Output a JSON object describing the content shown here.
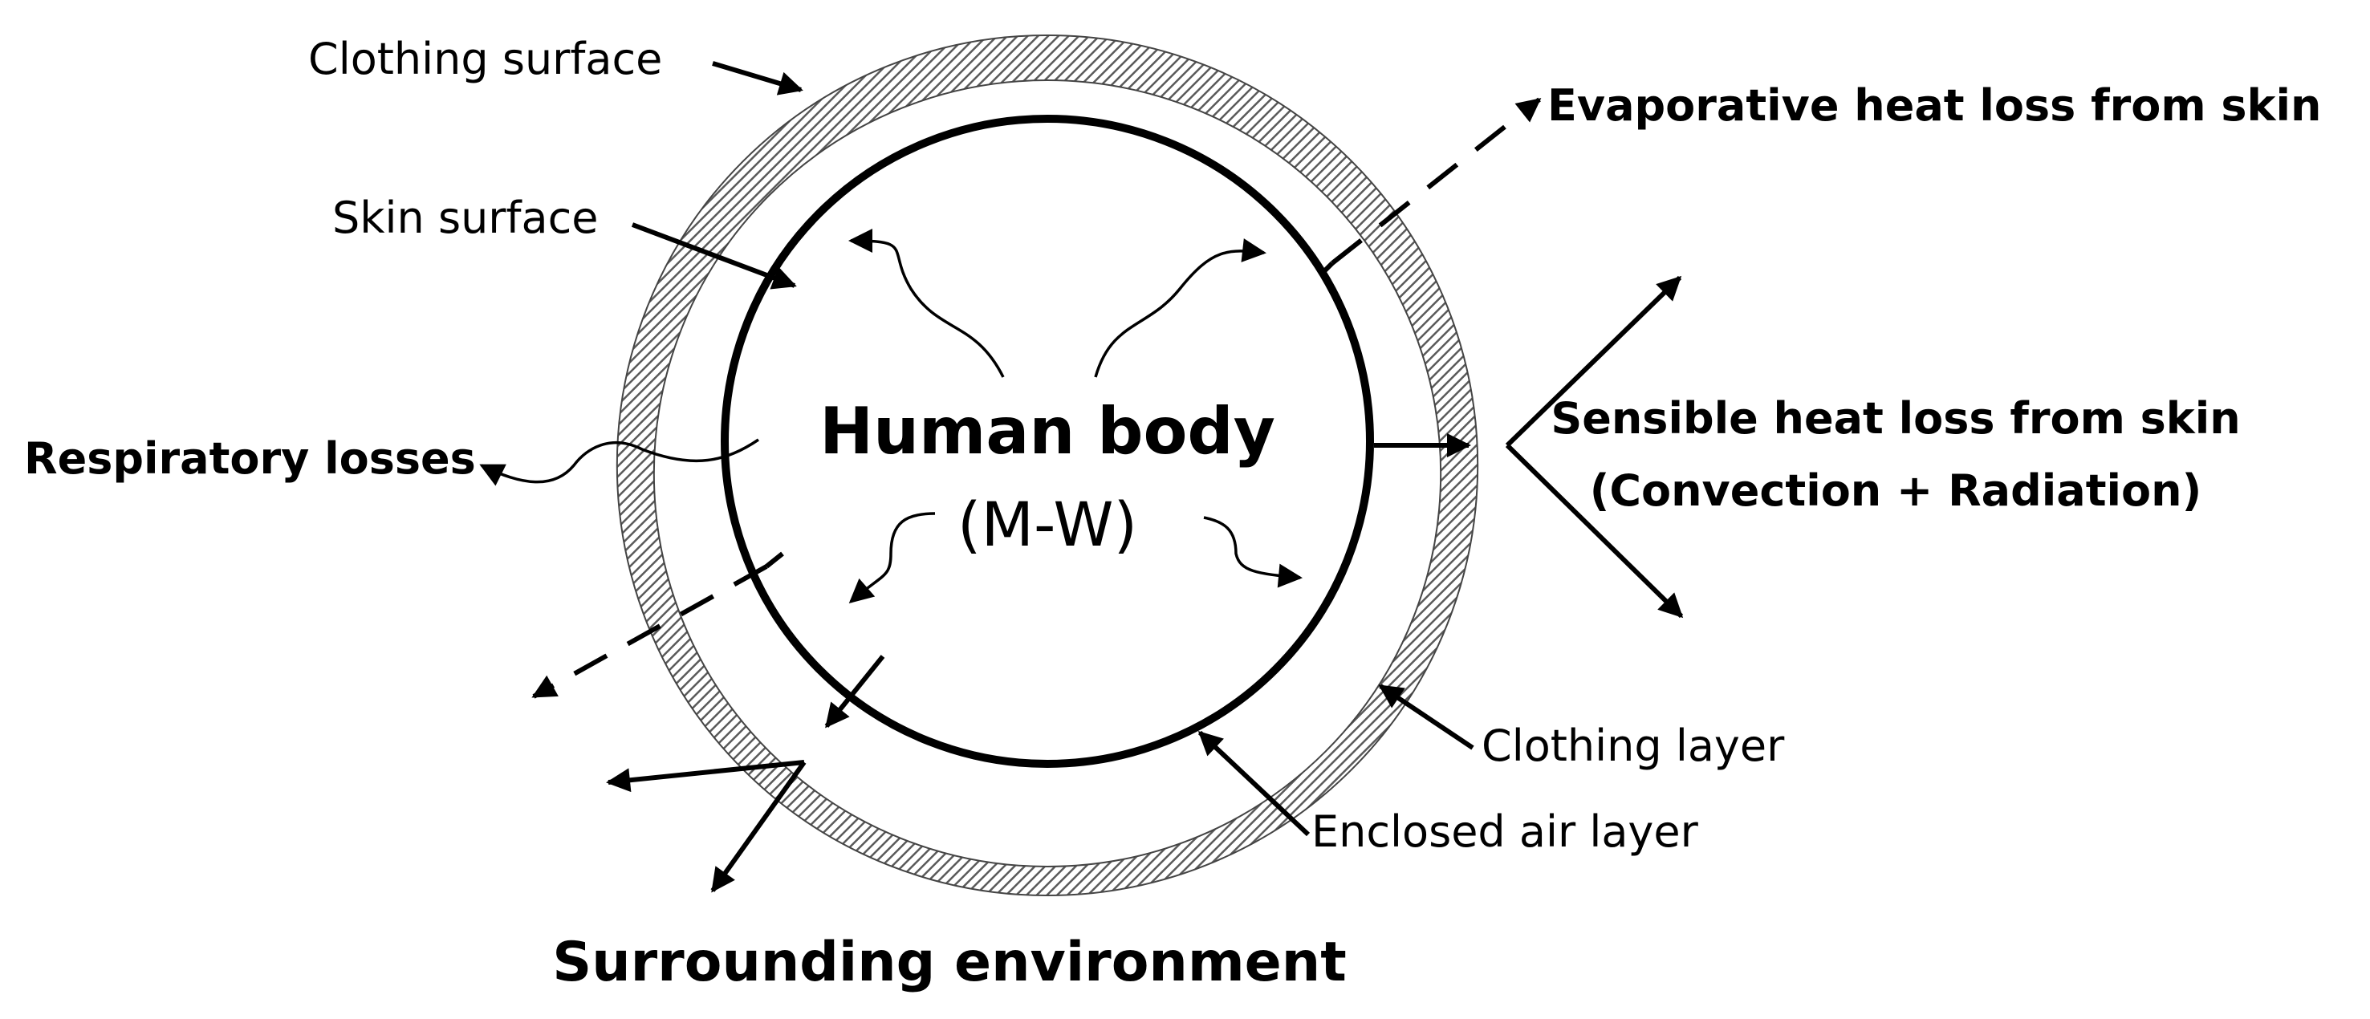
{
  "diagram": {
    "center": {
      "title": "Human body",
      "subtitle": "(M-W)"
    },
    "labels": {
      "clothing_surface": "Clothing surface",
      "skin_surface": "Skin surface",
      "respiratory_losses": "Respiratory losses",
      "evaporative": "Evaporative heat loss from skin",
      "sensible_line1": "Sensible heat loss from skin",
      "sensible_line2": "(Convection + Radiation)",
      "clothing_layer": "Clothing layer",
      "enclosed_air_layer": "Enclosed air layer",
      "surrounding_environment": "Surrounding environment"
    },
    "colors": {
      "ink": "#000000",
      "hatch": "#6e6e6e",
      "background": "#ffffff"
    }
  }
}
